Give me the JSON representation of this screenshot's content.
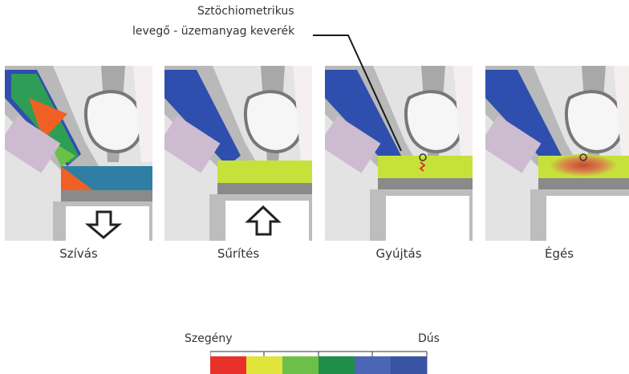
{
  "annotation": {
    "line1": "Sztöchiometrikus",
    "line2": "levegő - üzemanyag keverék"
  },
  "panels": [
    {
      "caption": "Szívás",
      "arrow": "down",
      "chamber_fill": "mixed"
    },
    {
      "caption": "Sűrítés",
      "arrow": "up",
      "chamber_fill": "#c6e23a"
    },
    {
      "caption": "Gyújtás",
      "arrow": "none",
      "chamber_fill": "#c6e23a",
      "spark": true
    },
    {
      "caption": "Égés",
      "arrow": "none",
      "chamber_fill": "#c6e23a",
      "flame": true
    }
  ],
  "scale": {
    "left_label": "Szegény",
    "right_label": "Dús",
    "colors": [
      "#e8312a",
      "#dfe33a",
      "#6cc04a",
      "#1f8e48",
      "#4b66b4",
      "#3a54a4"
    ]
  },
  "colors": {
    "intake": "#2f4fae",
    "metal": "#b9b9b9",
    "metal_dark": "#6e6e6e",
    "injector": "#c9b7cc"
  }
}
